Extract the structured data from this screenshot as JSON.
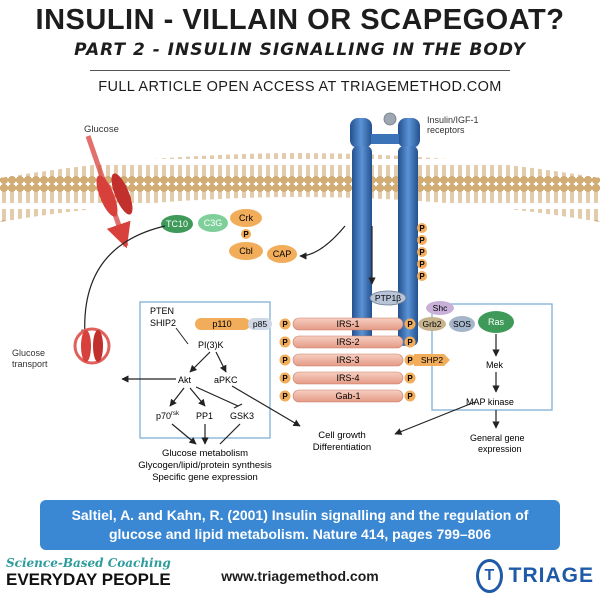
{
  "header": {
    "title": "INSULIN - VILLAIN OR SCAPEGOAT?",
    "subtitle": "PART 2 - INSULIN SIGNALLING IN THE BODY",
    "article_note": "FULL ARTICLE OPEN ACCESS AT TRIAGEMETHOD.COM"
  },
  "diagram": {
    "labels": {
      "glucose": "Glucose",
      "receptor_line1": "Insulin/IGF-1",
      "receptor_line2": "receptors",
      "tc10": "TC10",
      "c3g": "C3G",
      "crk": "Crk",
      "p": "P",
      "cbl": "Cbl",
      "cap": "CAP",
      "ptp1b": "PTP1β",
      "shc": "Shc",
      "grb2": "Grb2",
      "sos": "SOS",
      "ras": "Ras",
      "shp2_right": "SHP2",
      "pten": "PTEN",
      "ship2": "SHIP2",
      "p110": "p110",
      "p85": "p85",
      "pi3k": "PI(3)K",
      "irs1": "IRS-1",
      "irs2": "IRS-2",
      "irs3": "IRS-3",
      "irs4": "IRS-4",
      "gab1": "Gab-1",
      "glucose_transport_line1": "Glucose",
      "glucose_transport_line2": "transport",
      "akt": "Akt",
      "apkc": "aPKC",
      "p70rsk": "p70",
      "p70rsk_sup": "rsk",
      "pp1": "PP1",
      "gsk3": "GSK3",
      "mek": "Mek",
      "map_kinase": "MAP kinase",
      "cell_growth_line1": "Cell growth",
      "cell_growth_line2": "Differentiation",
      "general_gene_line1": "General gene",
      "general_gene_line2": "expression",
      "metab_line1": "Glucose metabolism",
      "metab_line2": "Glycogen/lipid/protein synthesis",
      "metab_line3": "Specific gene expression"
    }
  },
  "citation": {
    "line1": "Saltiel, A. and Kahn, R. (2001) Insulin signalling and the regulation of",
    "line2": "glucose and lipid metabolism. Nature 414, pages 799–806"
  },
  "footer": {
    "logo_left_line1": "Science-Based Coaching",
    "logo_left_line2": "EVERYDAY PEOPLE",
    "website": "www.triagemethod.com",
    "logo_right_text": "TRIAGE",
    "logo_right_mark": "T"
  },
  "colors": {
    "citation_bg": "#3a87d4",
    "receptor_blue": "#3b73b9",
    "protein_green": "#3f9a5a",
    "protein_orange": "#f1ad5a",
    "membrane_tan": "#d8b47c",
    "arrow_red": "#d8403c",
    "box_blue": "#7fb1d8"
  }
}
